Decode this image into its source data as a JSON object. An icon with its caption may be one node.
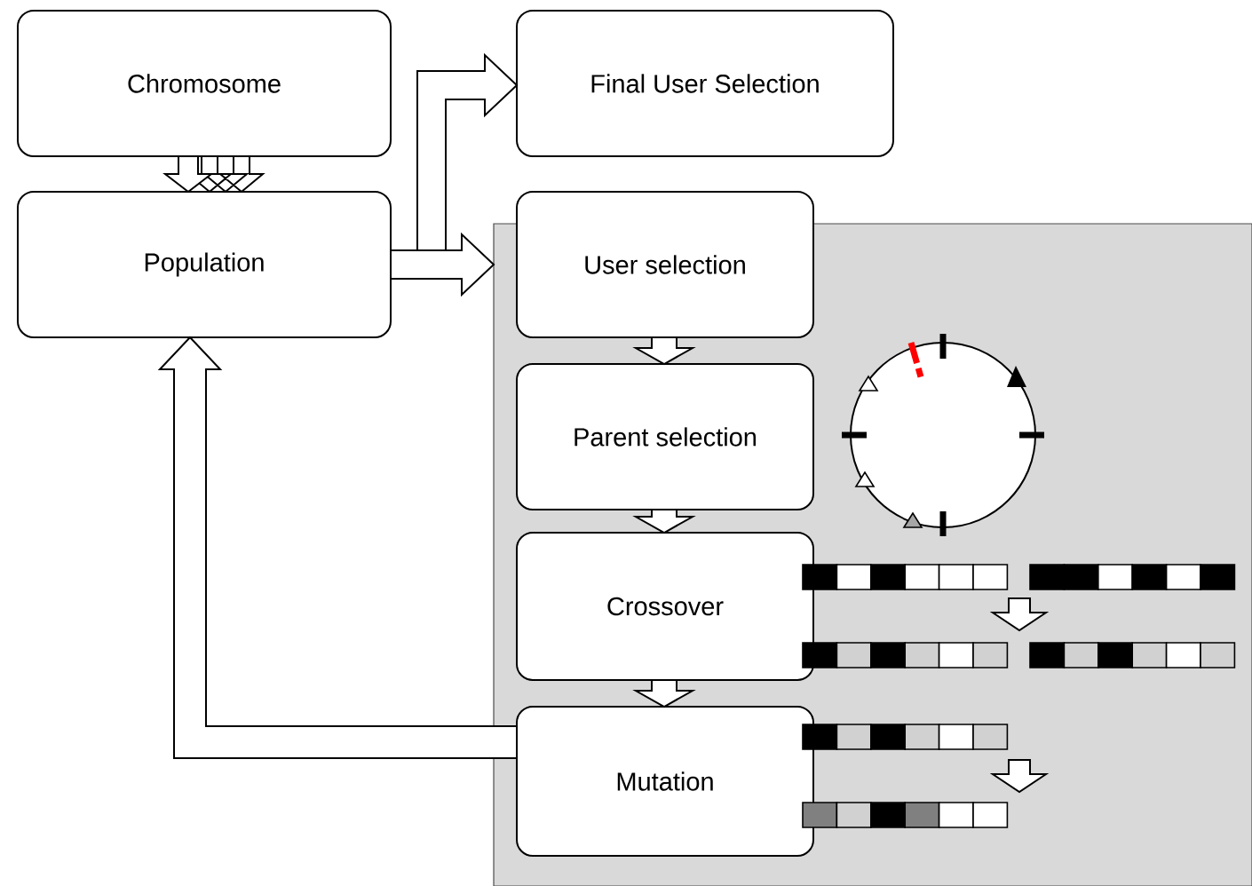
{
  "diagram": {
    "nodes": [
      {
        "text": [
          "Chromosome"
        ]
      },
      {
        "text": [
          "Final User Selection"
        ]
      },
      {
        "text": [
          "Population"
        ]
      },
      {
        "text": [],
        "shape": "box"
      },
      {
        "text": [
          "User selection"
        ]
      },
      {
        "text": [
          "Parent selection"
        ],
        "in": 3
      },
      {
        "text": [
          "Crossover"
        ],
        "in": 3
      },
      {
        "text": [
          "Mutation"
        ],
        "in": 3
      }
    ],
    "edges": [
      {
        "from": 0,
        "to": 2,
        "arrow": "to"
      },
      {
        "from": 2,
        "to": 1,
        "arrow": "to"
      },
      {
        "from": 2,
        "to": 3,
        "arrow": "to"
      },
      {
        "from": 4,
        "to": 5,
        "arrow": "to"
      },
      {
        "from": 5,
        "to": 6,
        "arrow": "to"
      },
      {
        "from": 6,
        "to": 7,
        "arrow": "to"
      },
      {
        "from": 7,
        "to": 2,
        "arrow": "to"
      }
    ]
  }
}
